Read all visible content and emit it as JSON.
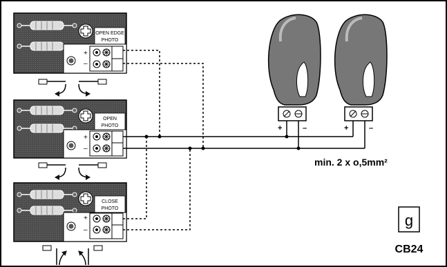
{
  "modules": [
    {
      "id": "open-edge",
      "label_line1": "OPEN EDGE",
      "label_line2": "PHOTO"
    },
    {
      "id": "open",
      "label_line1": "OPEN",
      "label_line2": "PHOTO"
    },
    {
      "id": "close",
      "label_line1": "CLOSE",
      "label_line2": "PHOTO"
    }
  ],
  "terminal_marks": {
    "plus": "+",
    "minus": "–"
  },
  "sensor_marks": {
    "plus": "+",
    "minus": "–"
  },
  "cable_spec": "min. 2 x o,5mm²",
  "box_letter": "g",
  "model_code": "CB24"
}
